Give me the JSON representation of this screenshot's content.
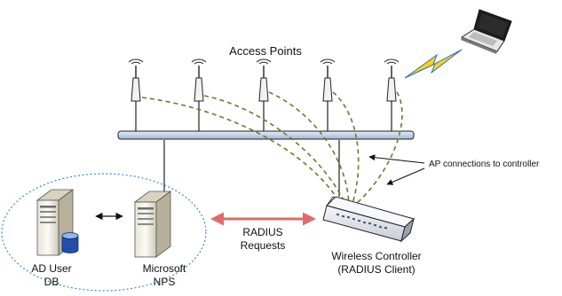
{
  "labels": {
    "access_points": "Access Points",
    "ap_connections": "AP connections to controller",
    "radius_line1": "RADIUS",
    "radius_line2": "Requests",
    "controller_line1": "Wireless Controller",
    "controller_line2": "(RADIUS Client)",
    "ad_line1": "AD User",
    "ad_line2": "DB",
    "nps_line1": "Microsoft",
    "nps_line2": "NPS"
  },
  "nodes": {
    "access_point_count": 5,
    "icons": [
      "access-point-icon",
      "laptop-icon",
      "lightning-bolt-icon",
      "server-icon",
      "database-icon",
      "switch-icon"
    ]
  },
  "colors": {
    "backbone": "#c6d9ec",
    "backbone_stroke": "#1e1e1e",
    "ap_link": "#6b7a2c",
    "radius_arrow": "#e06a68",
    "domain_circle": "#3a8fc8",
    "bolt_fill": "#ffd21a",
    "bolt_stroke": "#2f6fb6"
  }
}
